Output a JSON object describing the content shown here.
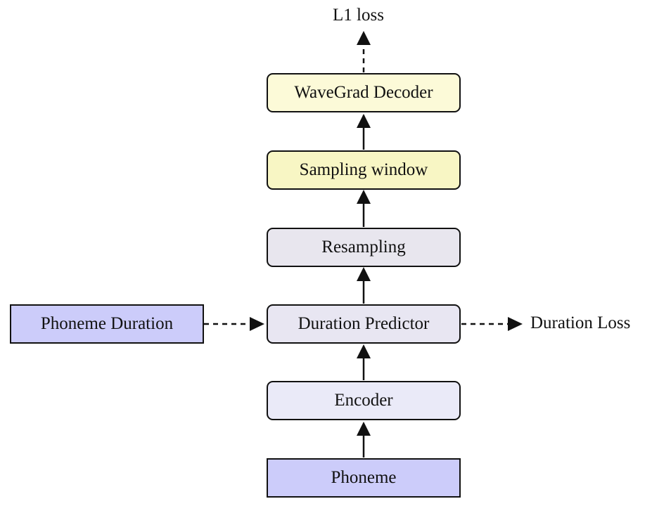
{
  "nodes": {
    "decoder": {
      "label": "WaveGrad Decoder",
      "fill": "#fcfad8"
    },
    "sampling_window": {
      "label": "Sampling window",
      "fill": "#f8f6c4"
    },
    "resampling": {
      "label": "Resampling",
      "fill": "#e8e6ee"
    },
    "duration_predictor": {
      "label": "Duration Predictor",
      "fill": "#e8e6f2"
    },
    "encoder": {
      "label": "Encoder",
      "fill": "#eaeaf8"
    },
    "phoneme": {
      "label": "Phoneme",
      "fill": "#ccccfa"
    },
    "phoneme_duration": {
      "label": "Phoneme Duration",
      "fill": "#ccccfa"
    }
  },
  "outputs": {
    "l1_loss": "L1 loss",
    "duration_loss": "Duration Loss"
  },
  "edges": [
    {
      "from": "phoneme",
      "to": "encoder",
      "style": "solid"
    },
    {
      "from": "encoder",
      "to": "duration_predictor",
      "style": "solid"
    },
    {
      "from": "duration_predictor",
      "to": "resampling",
      "style": "solid"
    },
    {
      "from": "resampling",
      "to": "sampling_window",
      "style": "solid"
    },
    {
      "from": "sampling_window",
      "to": "decoder",
      "style": "solid"
    },
    {
      "from": "decoder",
      "to": "l1_loss",
      "style": "dashed"
    },
    {
      "from": "phoneme_duration",
      "to": "duration_predictor",
      "style": "dashed"
    },
    {
      "from": "duration_predictor",
      "to": "duration_loss",
      "style": "dashed"
    }
  ]
}
